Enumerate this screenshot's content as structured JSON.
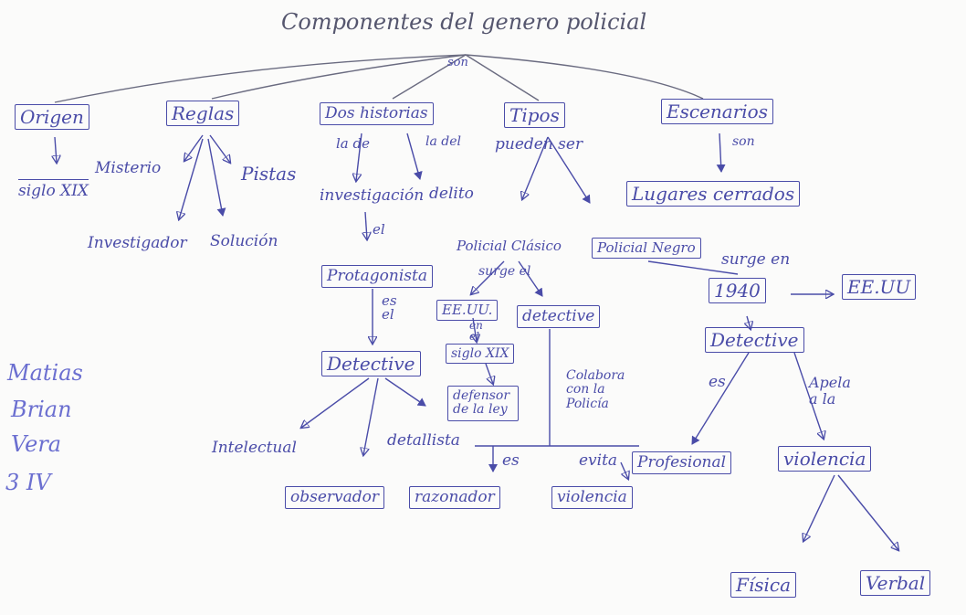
{
  "title": "Componentes del genero policial",
  "edges": {
    "son": "son",
    "son_escenarios": "son",
    "la_de": "la de",
    "la_del": "la del",
    "pueden_ser": "pueden ser",
    "el": "el",
    "es_el": "es el",
    "surge_el": "surge el",
    "en_el": "en el",
    "surge_en": "surge en",
    "colabora": "Colabora con la Policía",
    "es_right": "es",
    "apela_a_la": "Apela a la",
    "es_bottom": "es",
    "evita": "evita"
  },
  "nodes": {
    "origen": "Origen",
    "reglas": "Reglas",
    "dos_historias": "Dos historias",
    "tipos": "Tipos",
    "escenarios": "Escenarios",
    "siglo_xix_left": "siglo XIX",
    "misterio": "Misterio",
    "pistas": "Pistas",
    "investigador": "Investigador",
    "solucion": "Solución",
    "investigacion": "investigación",
    "delito": "delito",
    "lugares_cerrados": "Lugares cerrados",
    "protagonista": "Protagonista",
    "detective_left": "Detective",
    "intelectual": "Intelectual",
    "detallista": "detallista",
    "observador": "observador",
    "razonador": "razonador",
    "policial_clasico": "Policial Clásico",
    "policial_negro": "Policial Negro",
    "eeuu_mid": "EE.UU.",
    "siglo_xix_mid": "siglo XIX",
    "defensor": "defensor de la ley",
    "detective_mid": "detective",
    "violencia_mid": "violencia",
    "year_1940": "1940",
    "eeuu_right": "EE.UU",
    "detective_right": "Detective",
    "profesional": "Profesional",
    "violencia_right": "violencia",
    "fisica": "Física",
    "verbal": "Verbal"
  },
  "signature": {
    "names": [
      "Matias",
      "Brian",
      "Vera"
    ],
    "course": "3 IV"
  },
  "colors": {
    "ink": "#4a4ca8",
    "pencil": "#55566e",
    "paper": "#fbfbfa"
  }
}
